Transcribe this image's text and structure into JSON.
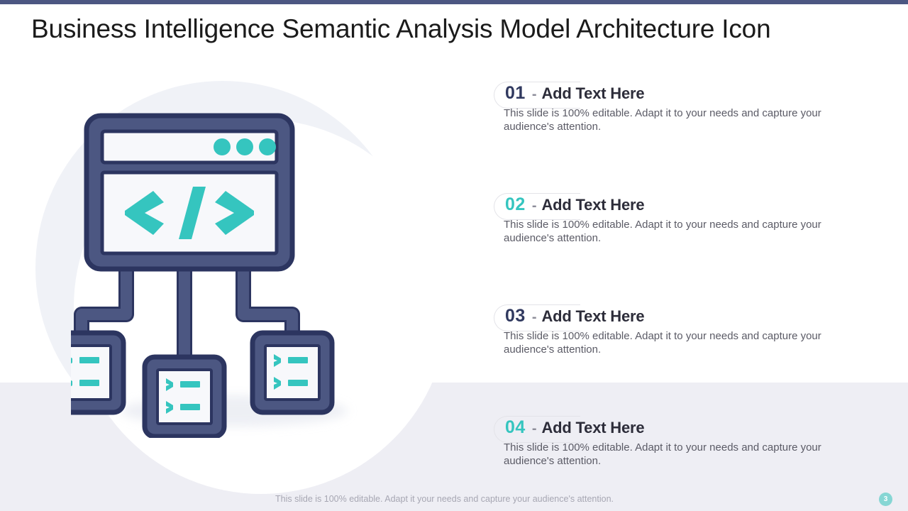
{
  "slide": {
    "title": "Business Intelligence Semantic Analysis Model Architecture Icon",
    "accent_bar_color": "#4c5782",
    "band_color": "#eeeef4",
    "page_number": "3",
    "footer_note": "This slide is 100% editable. Adapt it your needs and capture your audience's attention."
  },
  "theme": {
    "teal": "#35c5bf",
    "navy": "#4c5782",
    "navy_dark": "#2c3560",
    "text_dark": "#2d2d3a",
    "text_body": "#5b5b66",
    "circle_bg": "#f0f2f7"
  },
  "illustration": {
    "name": "code-architecture-icon",
    "alt": "Browser window with code tag connected to three terminal console nodes",
    "window_dots": 3,
    "code_symbol": "</>",
    "terminal_nodes": 3,
    "terminal_prompt": ">-"
  },
  "items": [
    {
      "number": "01",
      "number_color": "navy",
      "separator": "-",
      "heading": "Add Text Here",
      "body": "This slide is 100% editable. Adapt it to your needs and capture your audience's attention."
    },
    {
      "number": "02",
      "number_color": "teal",
      "separator": "-",
      "heading": "Add Text Here",
      "body": "This slide is 100% editable. Adapt it to your needs and capture your audience's attention."
    },
    {
      "number": "03",
      "number_color": "navy",
      "separator": "-",
      "heading": "Add Text Here",
      "body": "This slide is 100% editable. Adapt it to your needs and capture your audience's attention."
    },
    {
      "number": "04",
      "number_color": "teal",
      "separator": "-",
      "heading": "Add Text Here",
      "body": "This slide is 100% editable. Adapt it to your needs and capture your audience's attention."
    }
  ]
}
